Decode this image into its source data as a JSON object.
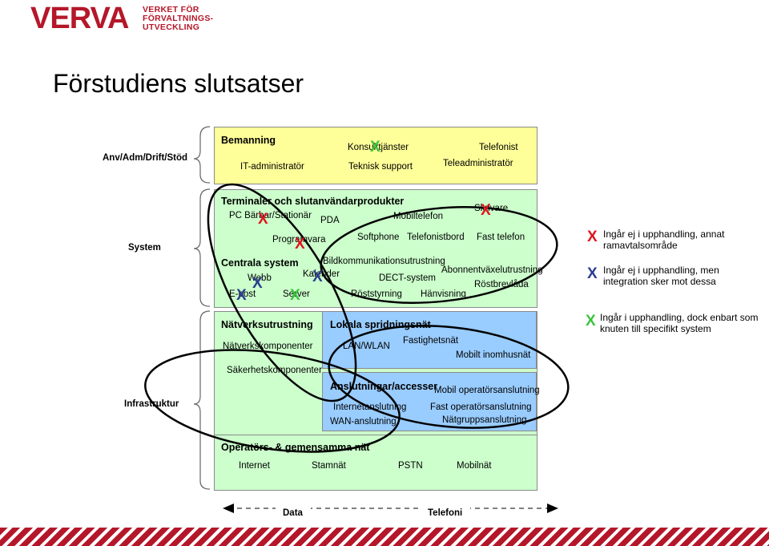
{
  "logo": {
    "brand": "VERVA",
    "line1": "VERKET FÖR",
    "line2": "FÖRVALTNINGS-",
    "line3": "UTVECKLING"
  },
  "title": "Förstudiens slutsatser",
  "sections": {
    "anv": "Anv/Adm/Drift/Stöd",
    "system": "System",
    "infrastruktur": "Infrastruktur"
  },
  "bemanning": {
    "heading": "Bemanning",
    "items": [
      "IT-administratör",
      "Konsulttjänster",
      "Teknisk support",
      "Telefonist",
      "Teleadministratör"
    ]
  },
  "terminaler": {
    "heading": "Terminaler och slutanvändarprodukter",
    "items": [
      "PC Bärbar/Stationär",
      "PDA",
      "Mobiltelefon",
      "Skrivare",
      "Programvara",
      "Softphone",
      "Telefonistbord",
      "Fast telefon"
    ]
  },
  "centrala": {
    "heading": "Centrala system",
    "items": [
      "Bildkommunikationsutrustning",
      "Abonnentväxelutrustning",
      "Kalender",
      "Webb",
      "DECT-system",
      "Röstbrevlåda",
      "E-post",
      "Server",
      "Röststyrning",
      "Hänvisning"
    ]
  },
  "natverk": {
    "heading": "Nätverksutrustning",
    "items": [
      "Nätverkskomponenter",
      "Säkerhetskomponenter"
    ]
  },
  "lokala": {
    "heading": "Lokala spridningsnät",
    "items": [
      "LAN/WLAN",
      "Fastighetsnät",
      "Mobilt inomhusnät"
    ]
  },
  "anslutningar": {
    "heading": "Anslutningar/accesser",
    "items": [
      "Mobil operatörsanslutning",
      "Internetanslutning",
      "Fast operatörsanslutning",
      "WAN-anslutning",
      "Nätgruppsanslutning"
    ]
  },
  "operator": {
    "heading": "Operatörs- & gemensamma nät",
    "items": [
      "Internet",
      "Stamnät",
      "PSTN",
      "Mobilnät"
    ]
  },
  "footer": {
    "data": "Data",
    "telefoni": "Telefoni"
  },
  "marker": "X",
  "legend": [
    {
      "color": "#e0141e",
      "text": "Ingår ej i upphandling, annat ramavtalsområde"
    },
    {
      "color": "#2a3d8f",
      "text": "Ingår ej i upphandling, men integration sker mot dessa"
    },
    {
      "color": "#3cc43c",
      "text": "Ingår i upphandling, dock enbart som knuten till specifikt system"
    }
  ],
  "colors": {
    "brand": "#b5172a",
    "yellow": "#ffff99",
    "green": "#ccffcc",
    "blue": "#99ccff"
  }
}
